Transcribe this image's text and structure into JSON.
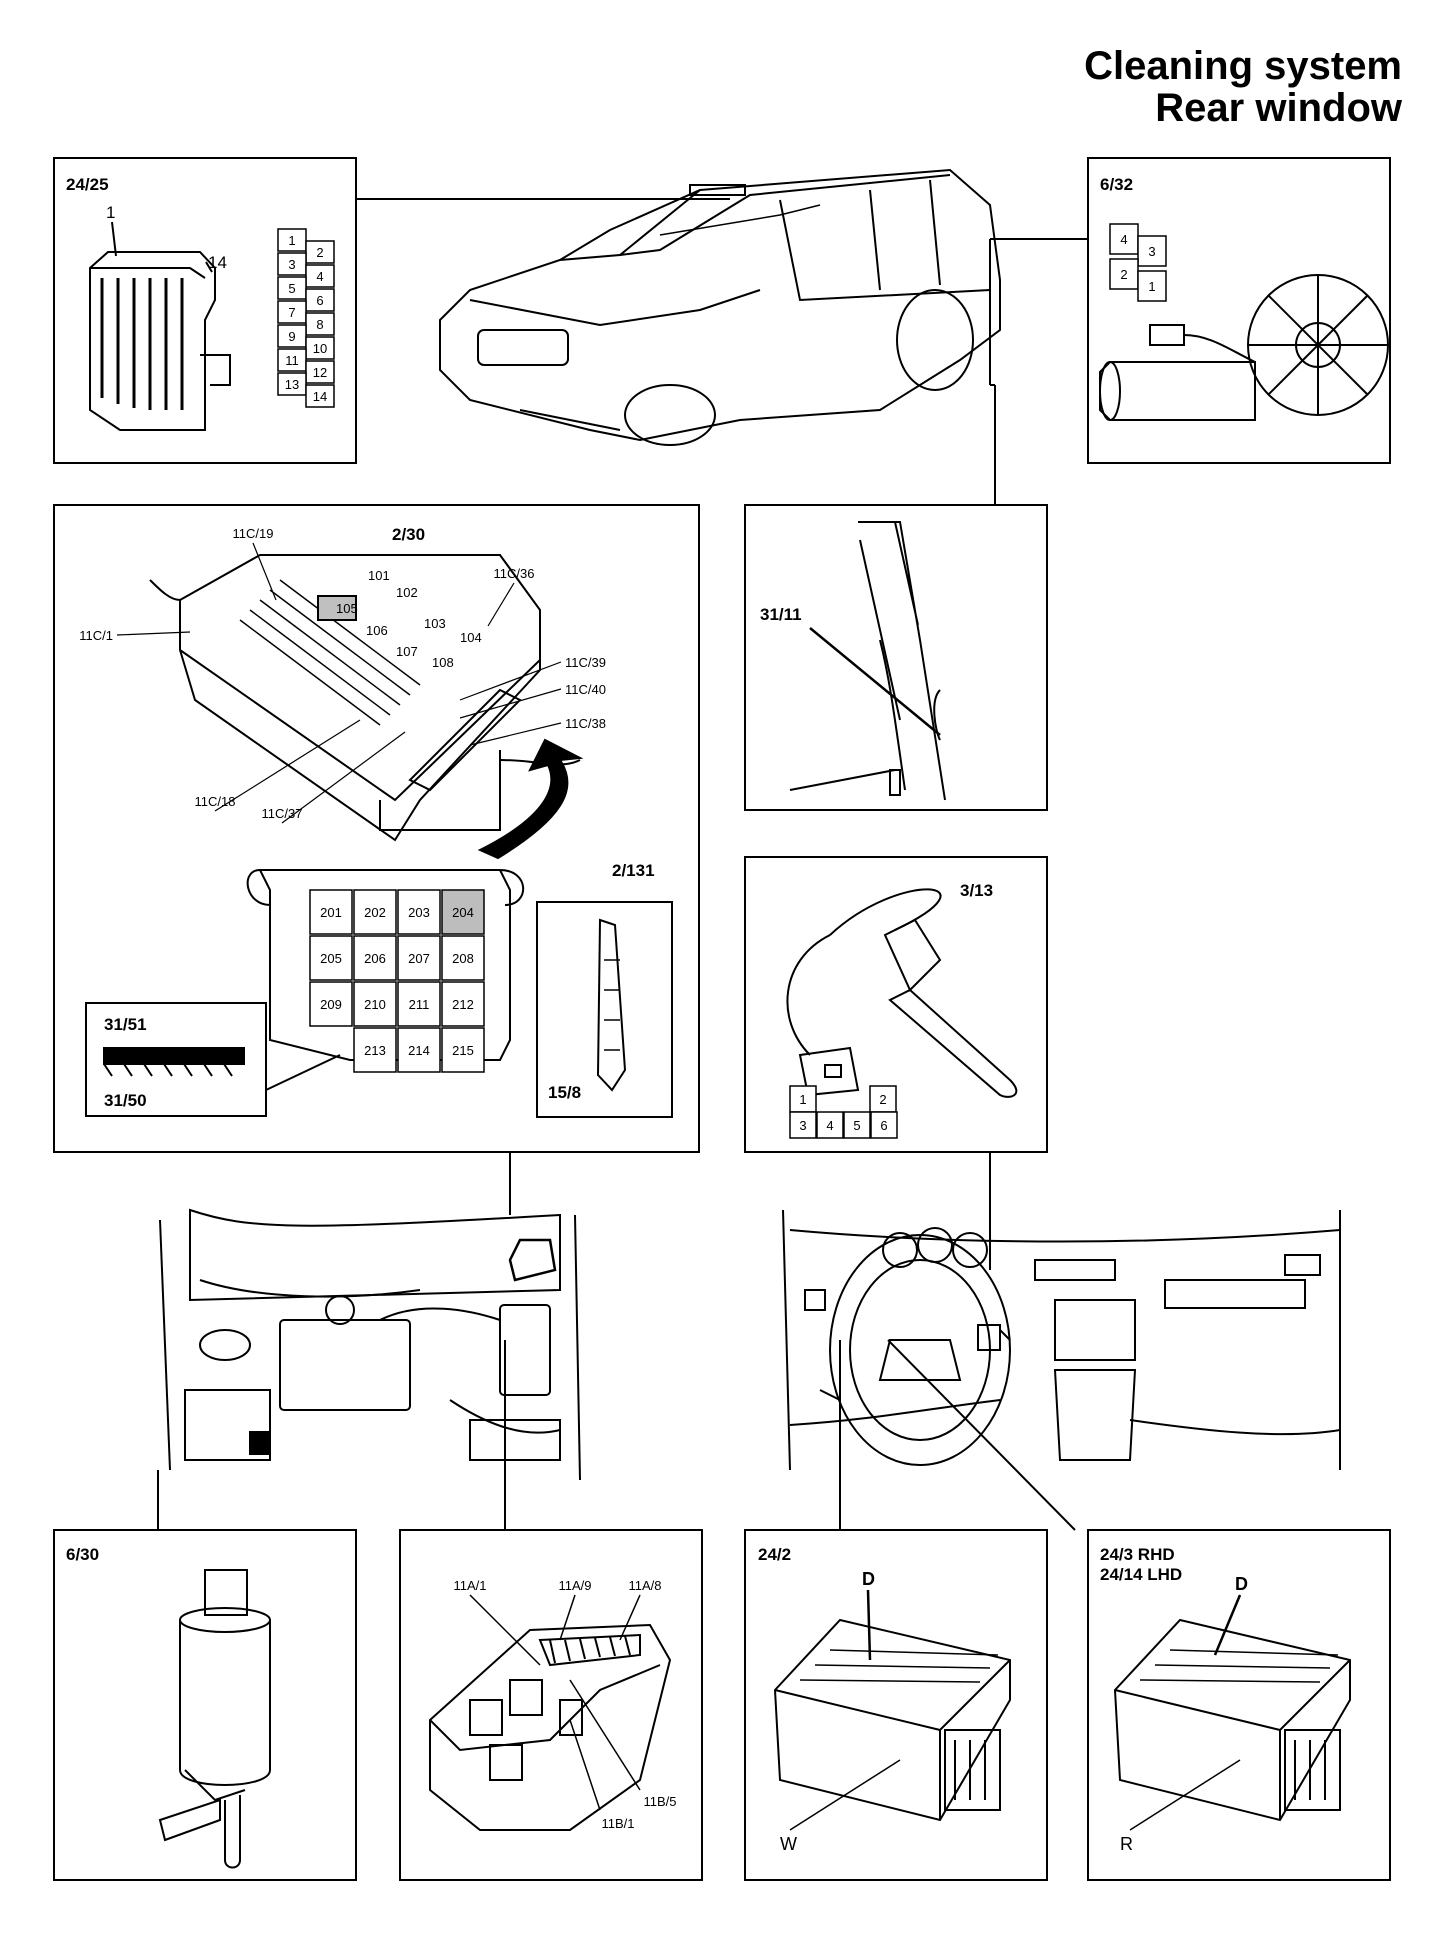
{
  "title": {
    "line1": "Cleaning system",
    "line2": "Rear window"
  },
  "panels": {
    "p24_25": {
      "label": "24/25",
      "pin_first": "1",
      "pin_last": "14",
      "grid": [
        "1",
        "2",
        "3",
        "4",
        "5",
        "6",
        "7",
        "8",
        "9",
        "10",
        "11",
        "12",
        "13",
        "14"
      ]
    },
    "p6_32": {
      "label": "6/32",
      "grid": [
        "4",
        "3",
        "2",
        "1"
      ]
    },
    "p2_30": {
      "label": "2/30",
      "callouts": [
        "11C/19",
        "11C/1",
        "11C/36",
        "11C/39",
        "11C/40",
        "11C/38",
        "11C/18",
        "11C/37"
      ],
      "relays_top": [
        "101",
        "102",
        "105",
        "106",
        "103",
        "107",
        "104",
        "108"
      ],
      "sub_label": "2/131",
      "fuses": [
        "201",
        "202",
        "203",
        "204",
        "205",
        "206",
        "207",
        "208",
        "209",
        "210",
        "211",
        "212",
        "213",
        "214",
        "215"
      ],
      "conn_top": "31/51",
      "conn_bottom": "31/50",
      "strip": "15/8"
    },
    "p31_11": {
      "label": "31/11"
    },
    "p3_13": {
      "label": "3/13",
      "grid": [
        "1",
        "2",
        "3",
        "4",
        "5",
        "6"
      ]
    },
    "p6_30": {
      "label": "6/30"
    },
    "p11A": {
      "callouts": [
        "11A/1",
        "11A/9",
        "11A/8",
        "11B/5",
        "11B/1"
      ]
    },
    "p24_2": {
      "label": "24/2",
      "marker_top": "D",
      "marker_bottom": "W"
    },
    "p24_3": {
      "label_line1": "24/3 RHD",
      "label_line2": "24/14 LHD",
      "marker_top": "D",
      "marker_bottom": "R"
    }
  }
}
